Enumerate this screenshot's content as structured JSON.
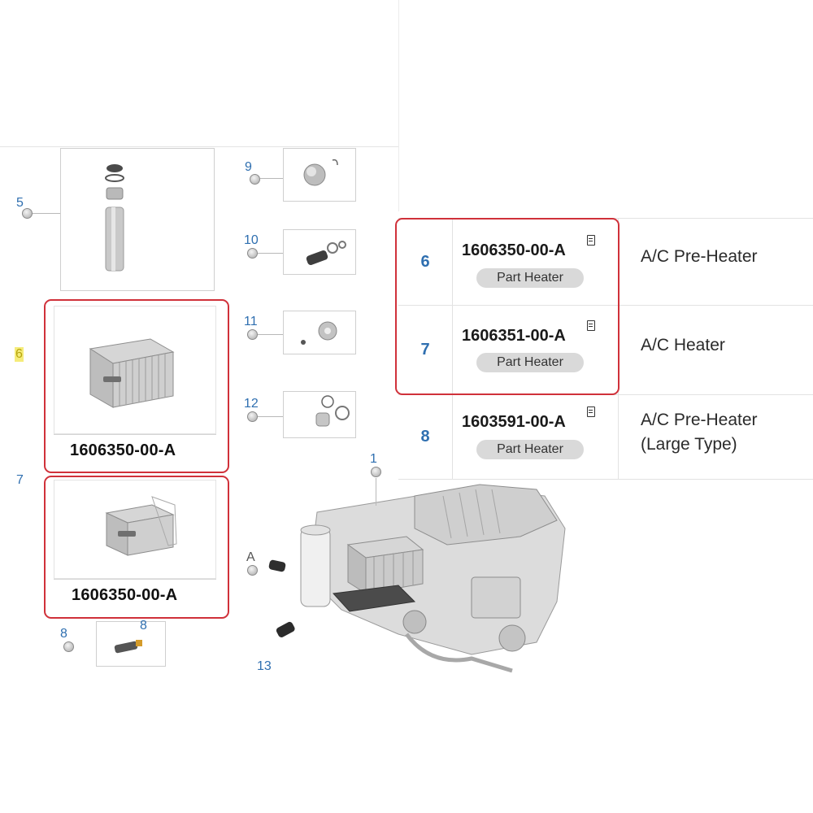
{
  "callouts": {
    "c5": "5",
    "c6": "6",
    "c7": "7",
    "c8": "8",
    "c8b": "8",
    "c9": "9",
    "c10": "10",
    "c11": "11",
    "c12": "12",
    "c1": "1",
    "cA": "A",
    "c13": "13"
  },
  "left_panels": [
    {
      "code": "1606350-00-A"
    },
    {
      "code": "1606350-00-A"
    }
  ],
  "table": {
    "rows": [
      {
        "index": "6",
        "code": "1606350-00-A",
        "badge": "Part Heater",
        "desc_line1": "A/C Pre-Heater",
        "desc_line2": ""
      },
      {
        "index": "7",
        "code": "1606351-00-A",
        "badge": "Part Heater",
        "desc_line1": "A/C Heater",
        "desc_line2": ""
      },
      {
        "index": "8",
        "code": "1603591-00-A",
        "badge": "Part Heater",
        "desc_line1": "A/C Pre-Heater",
        "desc_line2": "(Large Type)"
      }
    ]
  },
  "colors": {
    "highlight_frame": "#d0313a",
    "callout_blue": "#2f6fb0",
    "badge_grey": "#d9d9d9"
  },
  "icons": [
    "document-icon",
    "pin-icon"
  ]
}
